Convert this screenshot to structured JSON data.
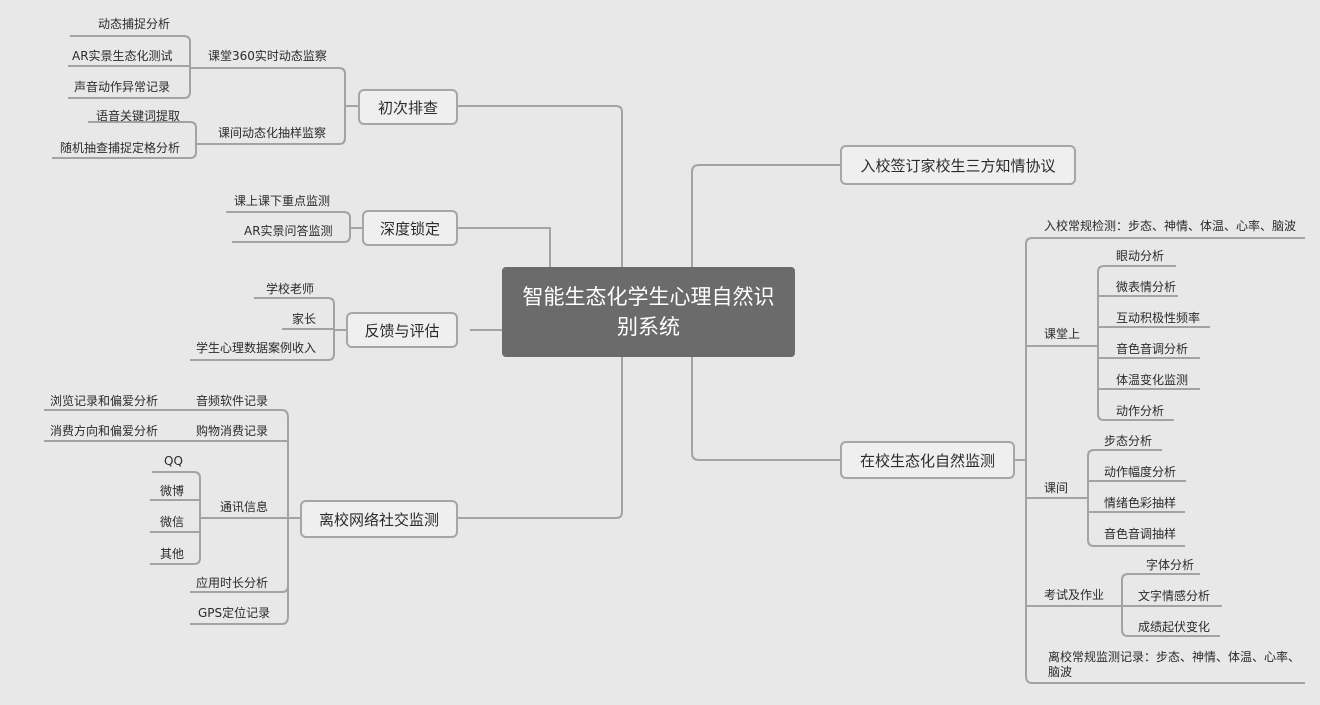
{
  "root": "智能生态化学生心理自然识别系统",
  "branches": {
    "b1": "初次排查",
    "b1_s1": "课堂360实时动态监察",
    "b1_s1_l1": "动态捕捉分析",
    "b1_s1_l2": "AR实景生态化测试",
    "b1_s1_l3": "声音动作异常记录",
    "b1_s2": "课间动态化抽样监察",
    "b1_s2_l1": "语音关键词提取",
    "b1_s2_l2": "随机抽查捕捉定格分析",
    "b2": "深度锁定",
    "b2_l1": "课上课下重点监测",
    "b2_l2": "AR实景问答监测",
    "b3": "反馈与评估",
    "b3_l1": "学校老师",
    "b3_l2": "家长",
    "b3_l3": "学生心理数据案例收入",
    "b4": "离校网络社交监测",
    "b4_s1": "音频软件记录",
    "b4_s1_l1": "浏览记录和偏爱分析",
    "b4_s2": "购物消费记录",
    "b4_s2_l1": "消费方向和偏爱分析",
    "b4_s3": "通讯信息",
    "b4_s3_l1": "QQ",
    "b4_s3_l2": "微博",
    "b4_s3_l3": "微信",
    "b4_s3_l4": "其他",
    "b4_s4": "应用时长分析",
    "b4_s5": "GPS定位记录",
    "r1": "入校签订家校生三方知情协议",
    "r2": "在校生态化自然监测",
    "r2_s0": "入校常规检测：步态、神情、体温、心率、脑波",
    "r2_s1": "课堂上",
    "r2_s1_l1": "眼动分析",
    "r2_s1_l2": "微表情分析",
    "r2_s1_l3": "互动积极性频率",
    "r2_s1_l4": "音色音调分析",
    "r2_s1_l5": "体温变化监测",
    "r2_s1_l6": "动作分析",
    "r2_s2": "课间",
    "r2_s2_l1": "步态分析",
    "r2_s2_l2": "动作幅度分析",
    "r2_s2_l3": "情绪色彩抽样",
    "r2_s2_l4": "音色音调抽样",
    "r2_s3": "考试及作业",
    "r2_s3_l1": "字体分析",
    "r2_s3_l2": "文字情感分析",
    "r2_s3_l3": "成绩起伏变化",
    "r2_s4": "离校常规监测记录：步态、神情、体温、心率、脑波"
  },
  "colors": {
    "line": "#a3a3a3",
    "root_bg": "#6b6b6b",
    "background": "#e8e8e8"
  }
}
